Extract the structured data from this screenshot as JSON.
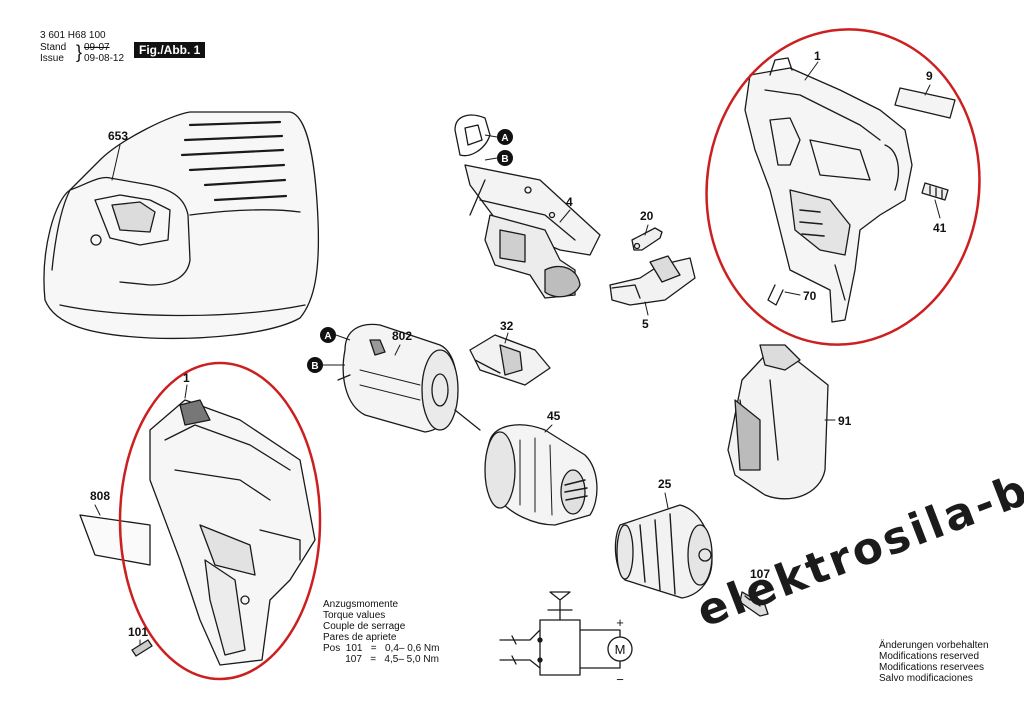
{
  "header": {
    "doc_number": "3 601 H68 100",
    "stand_label": "Stand",
    "issue_label": "Issue",
    "stand_old_date": "09-07",
    "issue_date": "09-08-12",
    "figure_label": "Fig./Abb. 1"
  },
  "part_labels": {
    "p653": "653",
    "p1_top": "1",
    "p9": "9",
    "p41": "41",
    "p70": "70",
    "p4": "4",
    "p20": "20",
    "p5": "5",
    "p802": "802",
    "p32": "32",
    "p45": "45",
    "p91": "91",
    "p25": "25",
    "p107_right": "107",
    "p1_left": "1",
    "p808": "808",
    "p101": "101",
    "marker_a": "A",
    "marker_b": "B",
    "motor_symbol": "M",
    "plus_sign": "+",
    "minus_sign": "−"
  },
  "torque": {
    "title_de": "Anzugsmomente",
    "title_en": "Torque values",
    "title_fr": "Couple de serrage",
    "title_es": "Pares de apriete",
    "row1": "Pos  101   =   0,4– 0,6 Nm",
    "row2": "        107   =   4,5– 5,0 Nm"
  },
  "modifications": {
    "de": "Änderungen vorbehalten",
    "en": "Modifications reserved",
    "fr": "Modifications reservees",
    "es": "Salvo modificaciones"
  },
  "watermark": "elektrosila-biz",
  "colors": {
    "highlight_ellipse": "#cc1f1f",
    "line": "#1a1a1a",
    "marker_fill": "#111111"
  }
}
